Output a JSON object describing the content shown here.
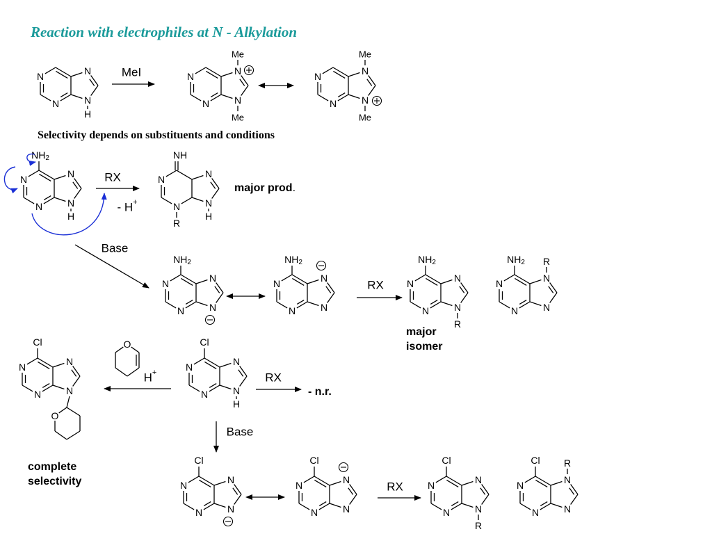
{
  "title": "Reaction with electrophiles at N - Alkylation",
  "subtitle": "Selectivity depends on substituents and conditions",
  "reagents": {
    "mei": "MeI",
    "rx": "RX",
    "minus_h": "- H",
    "plus_sup": "+",
    "base": "Base",
    "h_plus": "H",
    "no_reaction": "- n.r."
  },
  "labels": {
    "major_prod": "major prod",
    "major_prod_dot": ".",
    "major_isomer_line1": "major",
    "major_isomer_line2": "isomer",
    "complete_line1": "complete",
    "complete_line2": "selectivity"
  },
  "atoms": {
    "N": "N",
    "H": "H",
    "Me": "Me",
    "R": "R",
    "Cl": "Cl",
    "O": "O",
    "NH": "NH",
    "NH2": "NH",
    "sub2": "2"
  },
  "colors": {
    "title": "#1a9a9a",
    "curved_arrow": "#1a2fd6",
    "ink": "#000000"
  }
}
